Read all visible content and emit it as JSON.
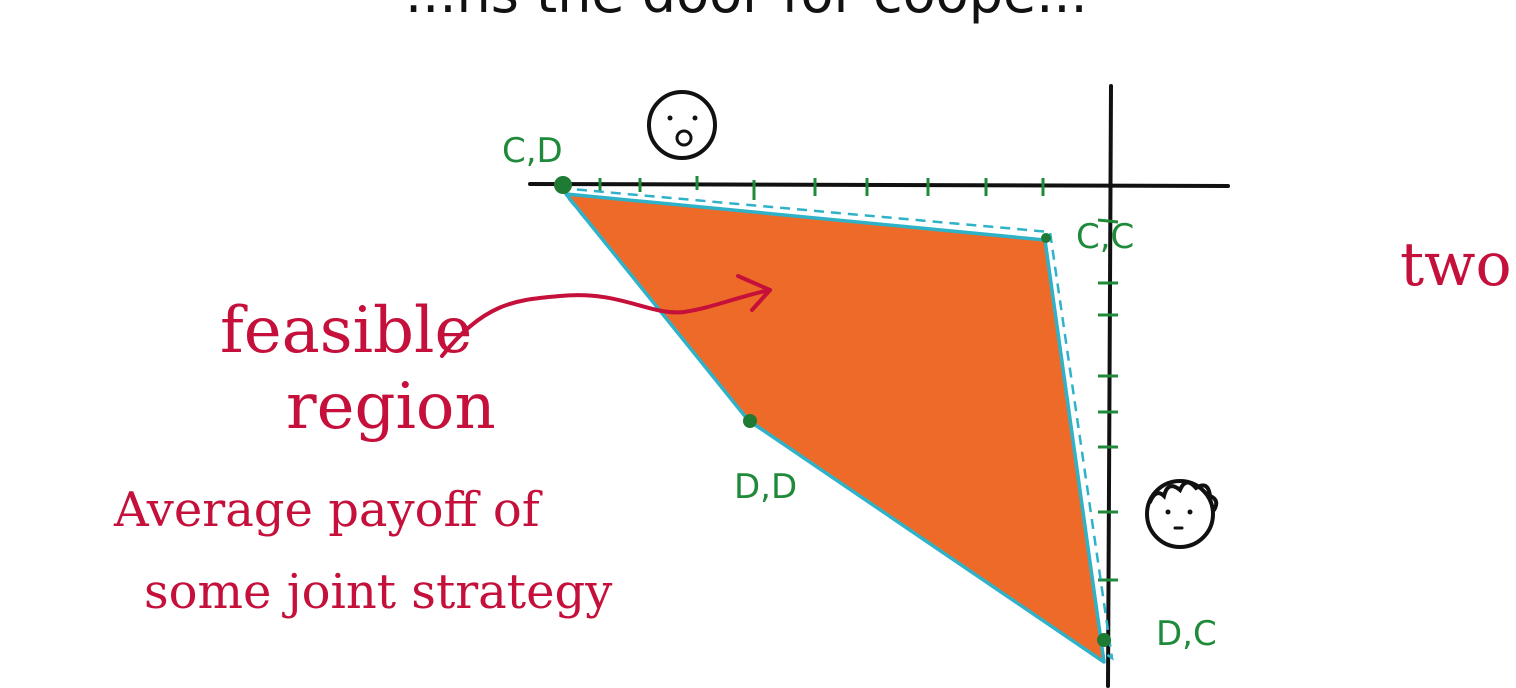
{
  "header": {
    "partial_text": "...ns the door for coope..."
  },
  "colors": {
    "region_fill": "#ee6a28",
    "region_outline": "#2fb2c8",
    "axis": "#111111",
    "ticks": "#1f8a3a",
    "labels_green": "#1f8a3a",
    "annotation_red": "#c4103a",
    "face": "#111111"
  },
  "points": {
    "cd": "C,D",
    "cc": "C,C",
    "dd": "D,D",
    "dc": "D,C"
  },
  "annotations": {
    "feasible_line1": "feasible",
    "feasible_line2": "region",
    "avg_line1": "Average payoff of",
    "avg_line2": "some joint strategy",
    "right_partial": "two"
  },
  "icons": {
    "top_face": "sad-face-icon",
    "right_face": "neutral-face-icon"
  }
}
